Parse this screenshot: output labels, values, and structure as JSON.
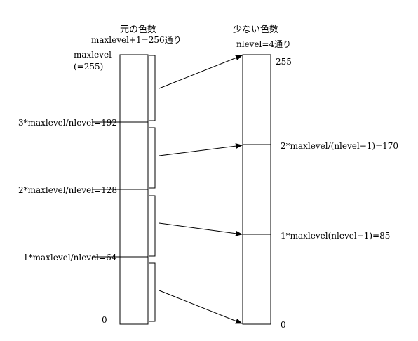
{
  "left_column": {
    "title": "元の色数",
    "subtitle": "maxlevel+1=256通り",
    "top_label_line1": "maxlevel",
    "top_label_line2": "(=255)",
    "boundary_192": "3*maxlevel/nlevel=192",
    "boundary_128": "2*maxlevel/nlevel=128",
    "boundary_64": "1*maxlevel/nlevel=64",
    "bottom_label": "0"
  },
  "right_column": {
    "title": "少ない色数",
    "subtitle": "nlevel=4通り",
    "top_label": "255",
    "level_170": "2*maxlevel/(nlevel−1)=170",
    "level_85": "1*maxlevel(nlevel−1)=85",
    "bottom_label": "0"
  },
  "colors": {
    "line": "#000000",
    "background": "#ffffff"
  }
}
